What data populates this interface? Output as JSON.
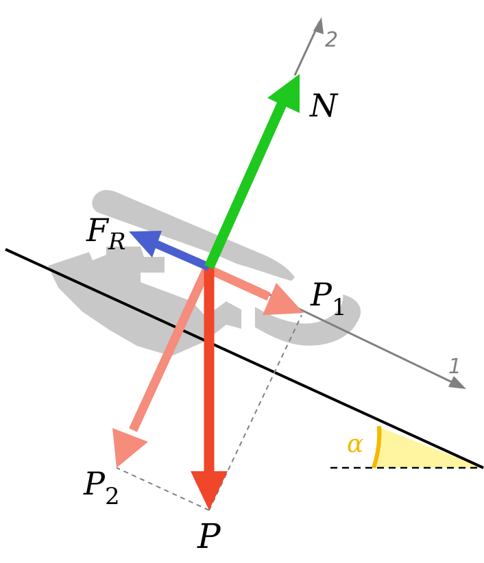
{
  "labels": {
    "normal": "N",
    "friction_main": "F",
    "friction_sub": "R",
    "weight": "P",
    "p1_main": "P",
    "p1_sub": "1",
    "p2_main": "P",
    "p2_sub": "2",
    "axis_1": "1",
    "axis_2": "2",
    "angle": "α"
  },
  "colors": {
    "normal_force": "#1ec81e",
    "friction_force": "#4a5fcf",
    "weight_force": "#f0462a",
    "component_force": "#f58c7c",
    "axis": "#808080",
    "block": "#c8c8c8",
    "incline": "#000000",
    "angle_arc": "#f5b800",
    "angle_fill": "#fff5a0",
    "dashed": "#808080"
  }
}
